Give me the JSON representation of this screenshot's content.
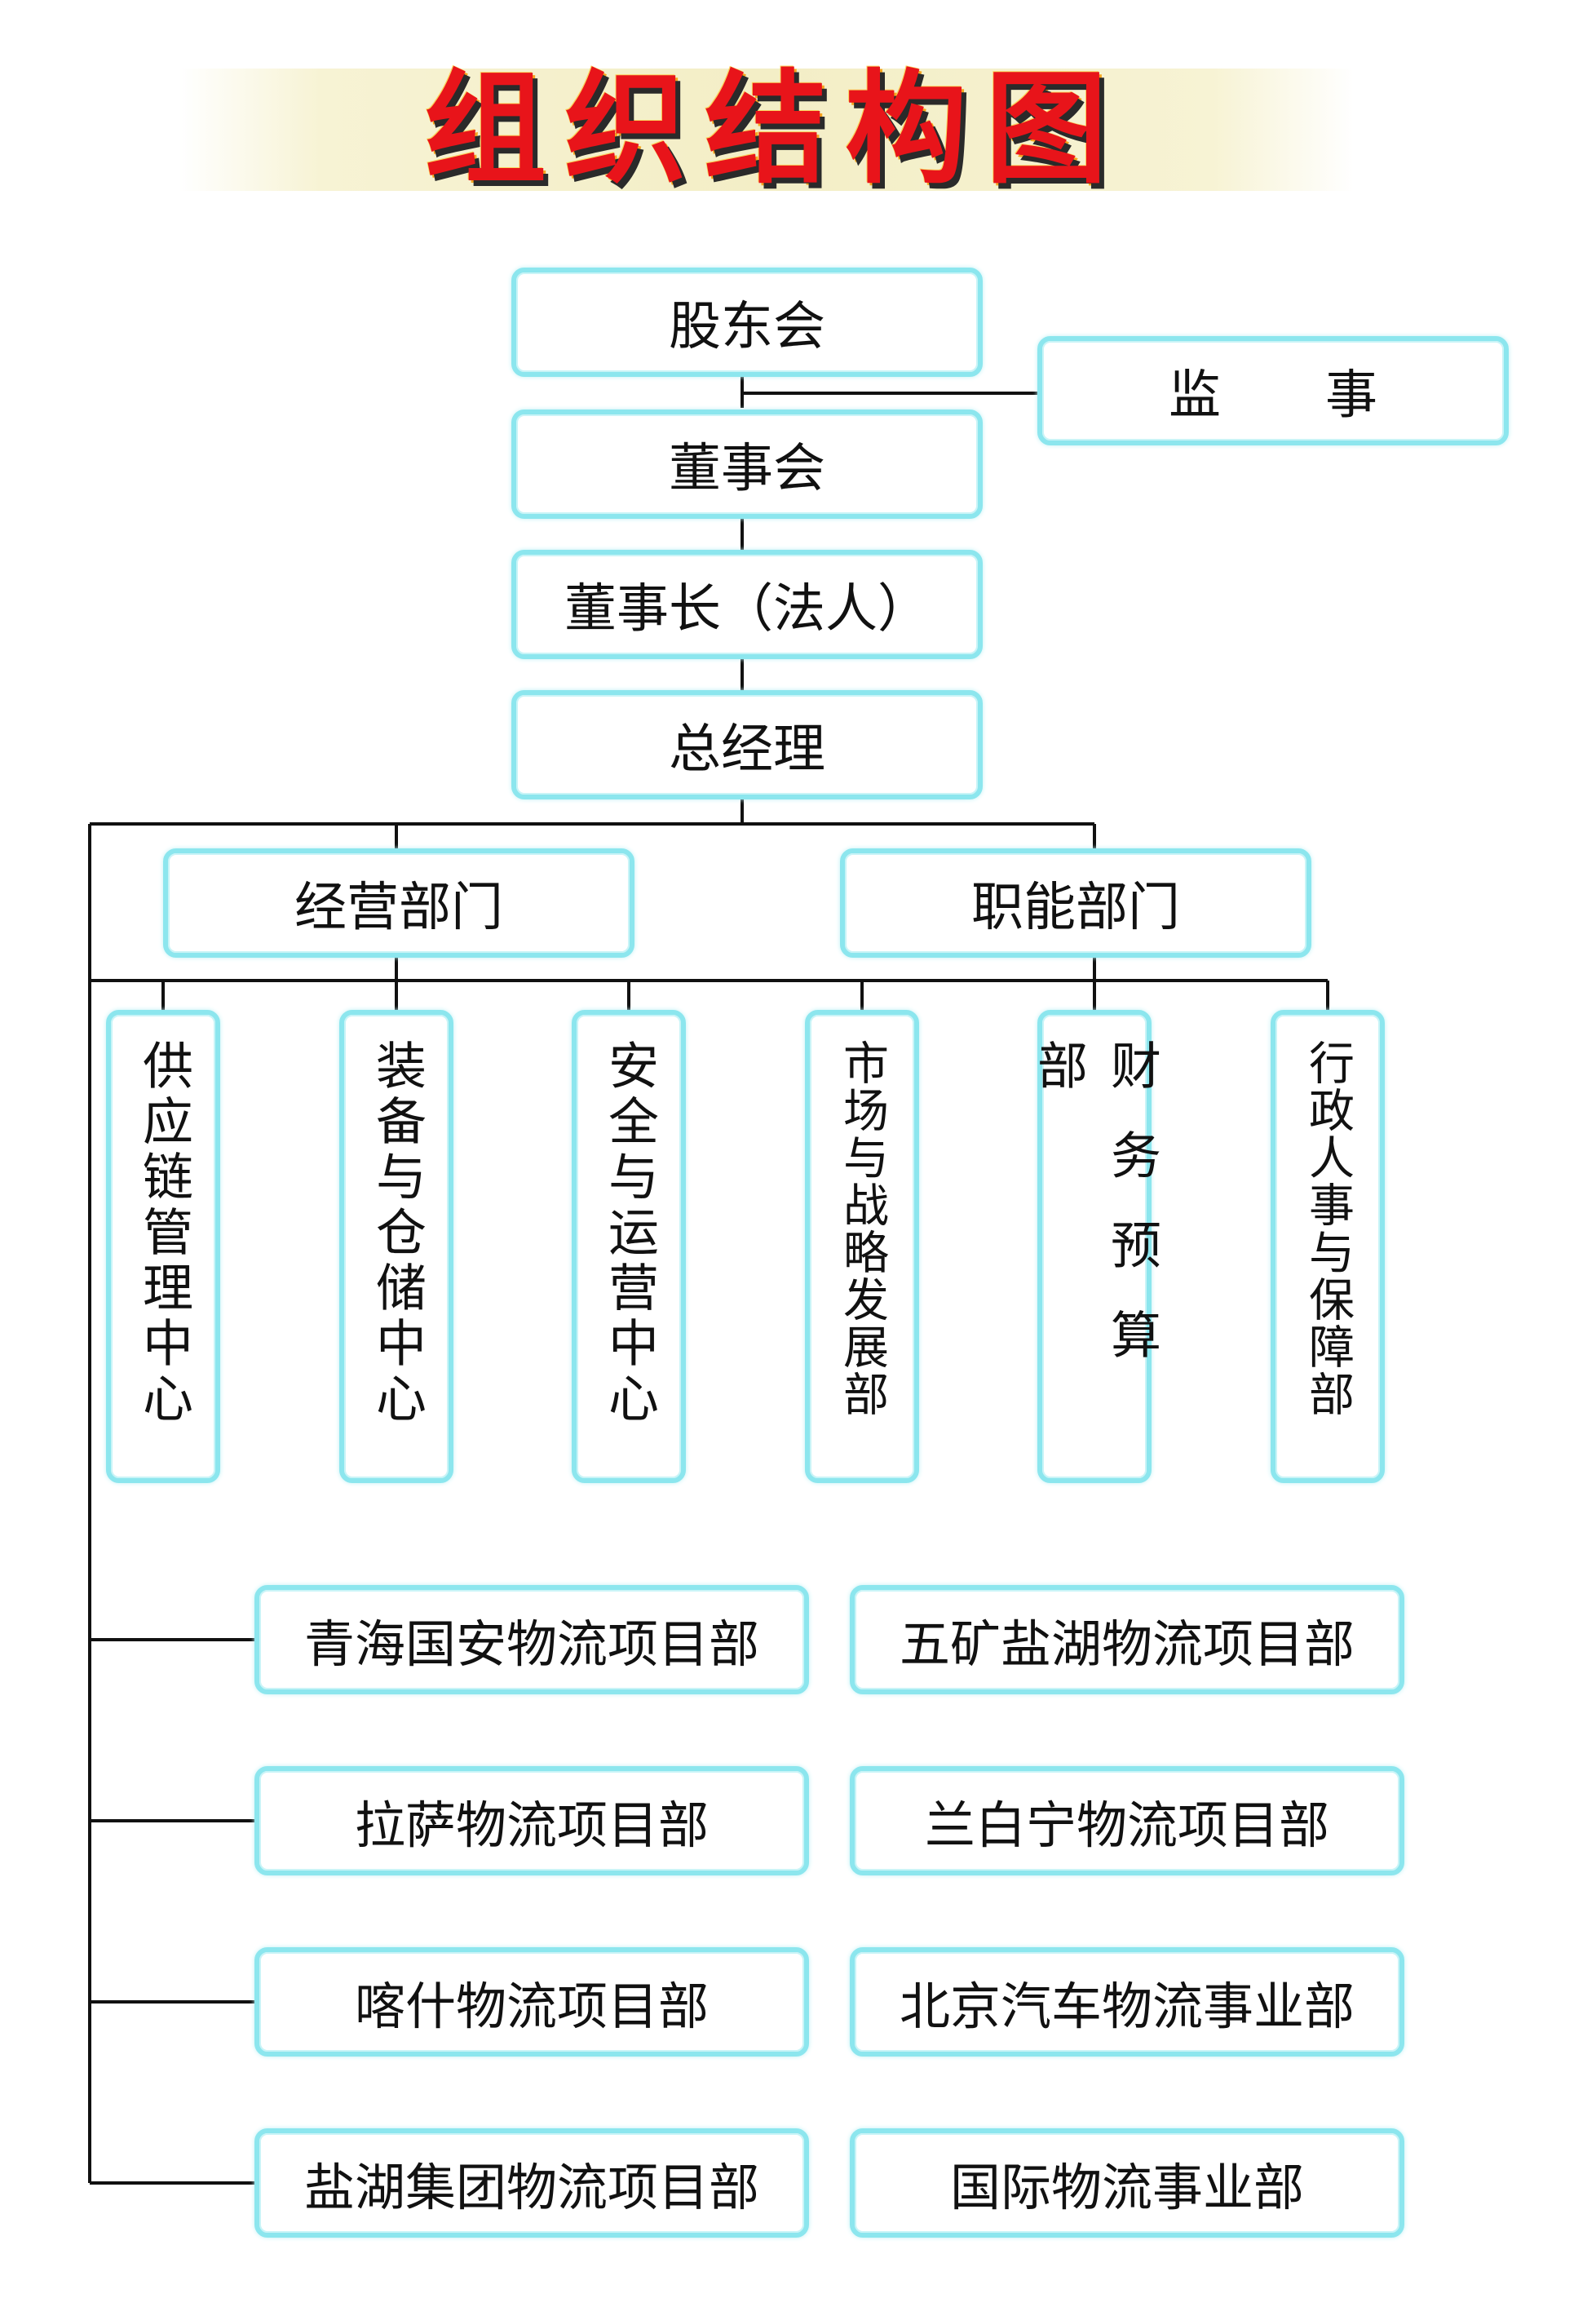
{
  "title": "组织结构图",
  "nodes": {
    "shareholders": "股东会",
    "supervisor": "监　　事",
    "board": "董事会",
    "chairman": "董事长（法人）",
    "gm": "总经理",
    "business_dept": "经营部门",
    "function_dept": "职能部门"
  },
  "centers": [
    "供应链管理中心",
    "装备与仓储中心",
    "安全与运营中心",
    "市场与战略发展部",
    "财务预算部",
    "行政人事与保障部"
  ],
  "projects": [
    "青海国安物流项目部",
    "五矿盐湖物流项目部",
    "拉萨物流项目部",
    "兰白宁物流项目部",
    "喀什物流项目部",
    "北京汽车物流事业部",
    "盐湖集团物流项目部",
    "国际物流事业部"
  ],
  "colors": {
    "box_border": "#8ce6ee",
    "line": "#111111",
    "title_red": "#e8141a"
  }
}
